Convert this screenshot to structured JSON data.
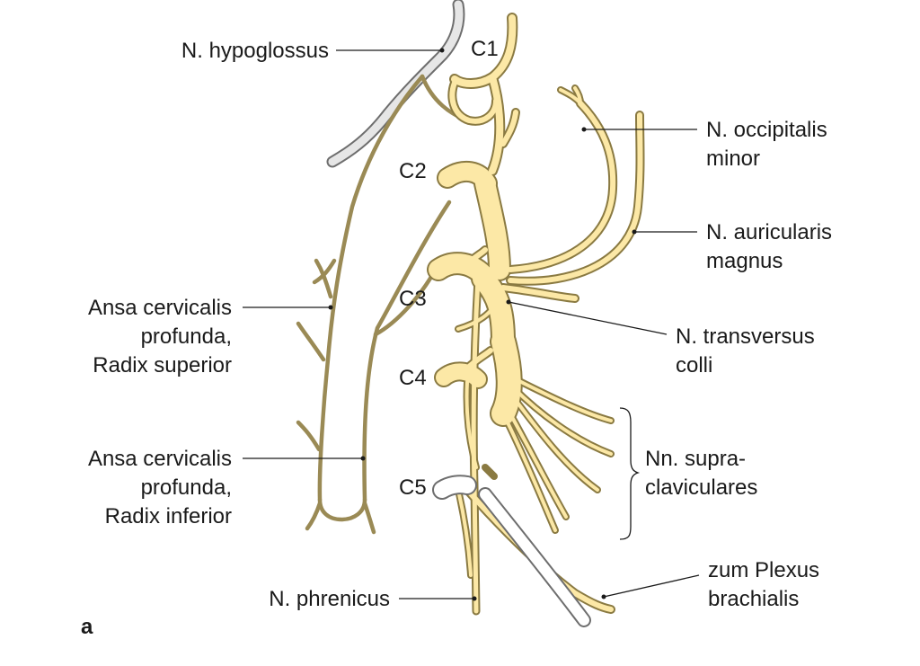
{
  "colors": {
    "nerve_fill": "#fce8a6",
    "nerve_outline": "#8a7a42",
    "ansa": "#9a8a55",
    "hypoglossus_fill": "#e6e6e6",
    "hypoglossus_outline": "#6e6e6e",
    "text": "#1a1a1a"
  },
  "labels": {
    "hypoglossus": "N. hypoglossus",
    "c1": "C1",
    "c2": "C2",
    "c3": "C3",
    "c4": "C4",
    "c5": "C5",
    "occipitalis_l1": "N. occipitalis",
    "occipitalis_l2": "minor",
    "auricularis_l1": "N. auricularis",
    "auricularis_l2": "magnus",
    "transversus_l1": "N. transversus",
    "transversus_l2": "colli",
    "supra_l1": "Nn. supra-",
    "supra_l2": "claviculares",
    "plexus_l1": "zum Plexus",
    "plexus_l2": "brachialis",
    "phrenicus": "N. phrenicus",
    "ansa_sup_l1": "Ansa cervicalis",
    "ansa_sup_l2": "profunda,",
    "ansa_sup_l3": "Radix superior",
    "ansa_inf_l1": "Ansa cervicalis",
    "ansa_inf_l2": "profunda,",
    "ansa_inf_l3": "Radix inferior",
    "panel": "a"
  }
}
